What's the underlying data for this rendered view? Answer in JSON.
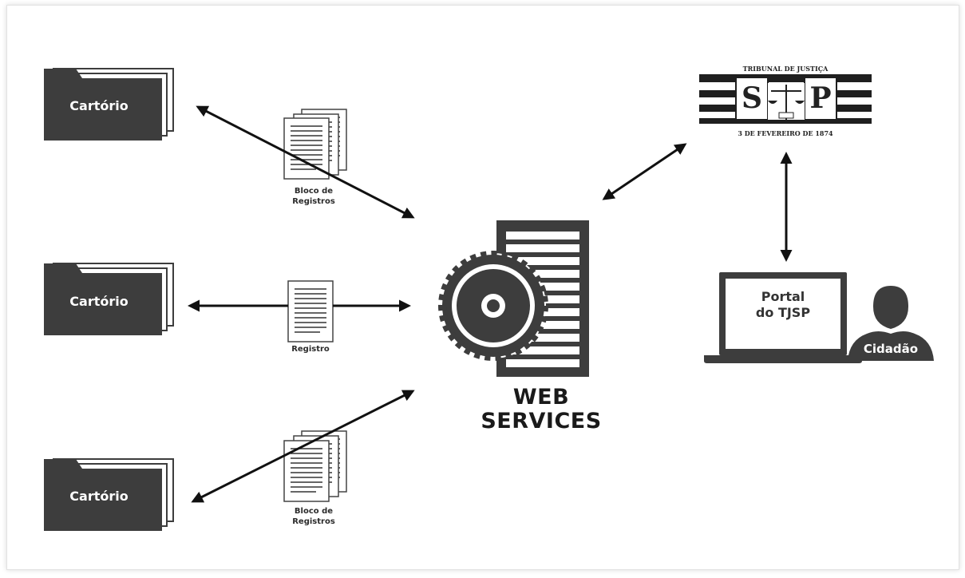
{
  "cartorios": [
    {
      "label": "Cartório"
    },
    {
      "label": "Cartório"
    },
    {
      "label": "Cartório"
    }
  ],
  "documents": {
    "bloco_top": "Bloco de\nRegistros",
    "registro": "Registro",
    "bloco_bottom": "Bloco de\nRegistros"
  },
  "web_services": {
    "line1": "WEB",
    "line2": "SERVICES"
  },
  "seal": {
    "top_text": "TRIBUNAL DE JUSTIÇA",
    "left_letter": "S",
    "right_letter": "P",
    "bottom_text": "3 DE FEVEREIRO DE 1874"
  },
  "portal": {
    "line1": "Portal",
    "line2": "do TJSP"
  },
  "cidadao": {
    "label": "Cidadão"
  },
  "icons": [
    "folder-icon",
    "document-stack-icon",
    "document-icon",
    "server-gear-icon",
    "seal-icon",
    "laptop-icon",
    "person-icon"
  ],
  "colors": {
    "dark": "#3d3d3d",
    "arrow": "#111111"
  }
}
